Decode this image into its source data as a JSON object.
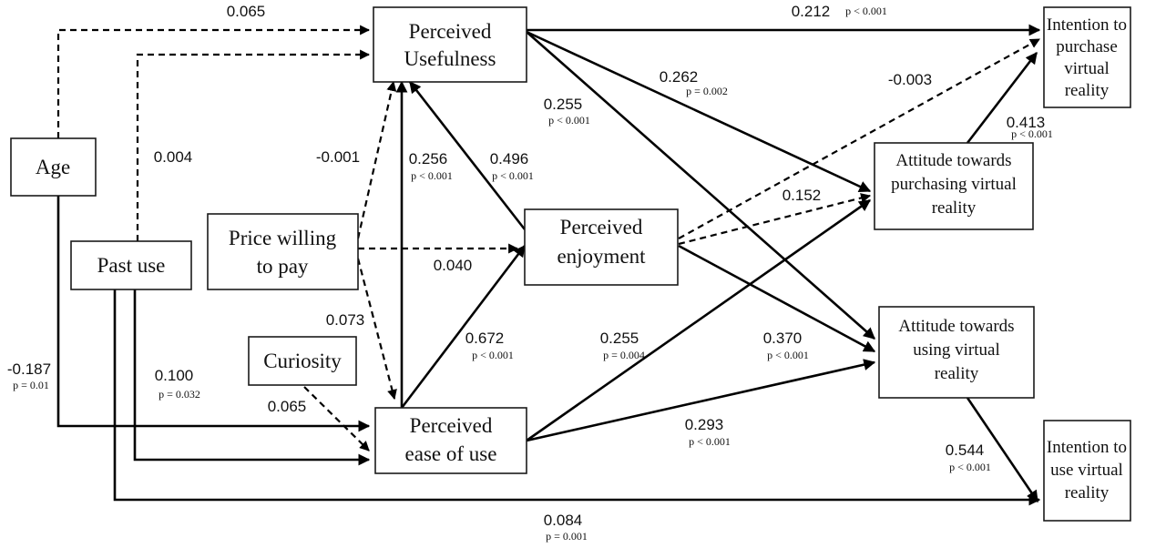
{
  "nodes": {
    "pu": [
      "Perceived",
      "Usefulness"
    ],
    "itp": [
      "Intention to",
      "purchase",
      "virtual",
      "reality"
    ],
    "age": [
      "Age"
    ],
    "price": [
      "Price willing",
      "to pay"
    ],
    "past": [
      "Past use"
    ],
    "pe": [
      "Perceived",
      "enjoyment"
    ],
    "atp": [
      "Attitude towards",
      "purchasing virtual",
      "reality"
    ],
    "atu": [
      "Attitude towards",
      "using virtual",
      "reality"
    ],
    "cur": [
      "Curiosity"
    ],
    "peou": [
      "Perceived",
      "ease of use"
    ],
    "itu": [
      "Intention to",
      "use virtual",
      "reality"
    ]
  },
  "paths": {
    "age_pu": {
      "coef": "0.065",
      "p": ""
    },
    "past_pu": {
      "coef": "0.004",
      "p": ""
    },
    "price_pu": {
      "coef": "-0.001",
      "p": ""
    },
    "peou_pu": {
      "coef": "0.256",
      "p": "p < 0.001"
    },
    "pe_pu": {
      "coef": "0.496",
      "p": "p < 0.001"
    },
    "price_pe": {
      "coef": "0.040",
      "p": ""
    },
    "price_peou": {
      "coef": "0.073",
      "p": ""
    },
    "cur_peou": {
      "coef": "0.065",
      "p": ""
    },
    "age_peou": {
      "coef": "-0.187",
      "p": "p = 0.01"
    },
    "past_peou": {
      "coef": "0.100",
      "p": "p = 0.032"
    },
    "peou_pe": {
      "coef": "0.672",
      "p": "p < 0.001"
    },
    "pu_itp": {
      "coef": "0.212",
      "p": "p < 0.001"
    },
    "pu_atp": {
      "coef": "0.262",
      "p": "p = 0.002"
    },
    "pu_atu": {
      "coef": "0.255",
      "p": "p < 0.001"
    },
    "pe_itp": {
      "coef": "-0.003",
      "p": ""
    },
    "atp_itp": {
      "coef": "0.413",
      "p": "p < 0.001"
    },
    "pe_atp": {
      "coef": "0.152",
      "p": ""
    },
    "peou_atp": {
      "coef": "0.255",
      "p": "p = 0.004"
    },
    "pe_atu": {
      "coef": "0.370",
      "p": "p < 0.001"
    },
    "peou_atu": {
      "coef": "0.293",
      "p": "p < 0.001"
    },
    "atu_itu": {
      "coef": "0.544",
      "p": "p < 0.001"
    },
    "past_itu": {
      "coef": "0.084",
      "p": "p = 0.001"
    }
  }
}
